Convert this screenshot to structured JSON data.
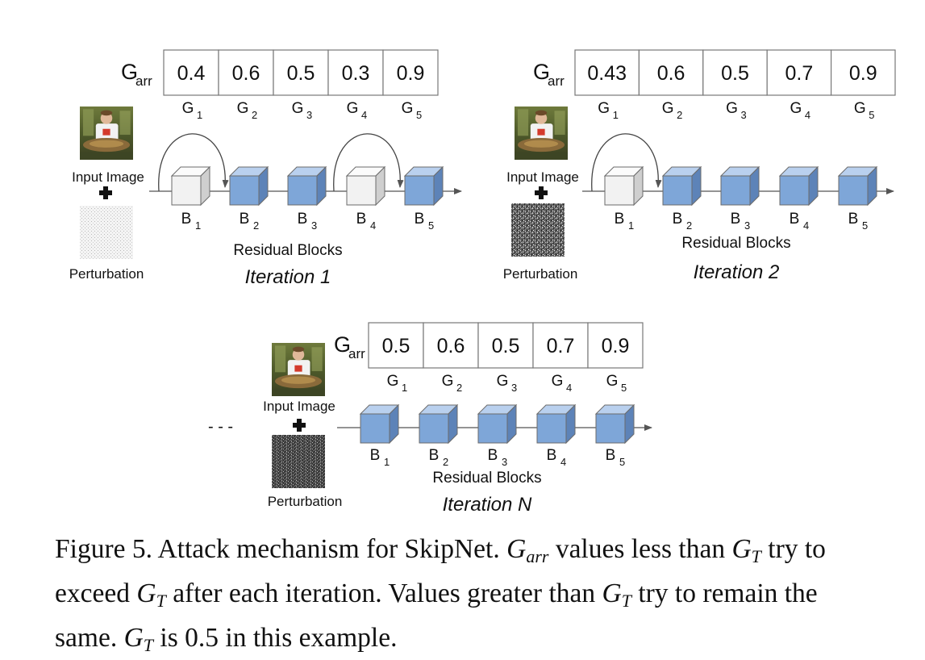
{
  "colors": {
    "active_block": "#7ea6d8",
    "skipped_block": "#f2f2f2",
    "line": "#555555"
  },
  "labels": {
    "garr_letter": "G",
    "garr_sub": "arr",
    "input_image": "Input Image",
    "perturbation": "Perturbation",
    "residual_blocks": "Residual Blocks",
    "ellipsis": "- - -"
  },
  "panels": [
    {
      "iteration": "Iteration 1",
      "gates": [
        "0.4",
        "0.6",
        "0.5",
        "0.3",
        "0.9"
      ],
      "gate_labels": [
        "G",
        "G",
        "G",
        "G",
        "G"
      ],
      "gate_subs": [
        "1",
        "2",
        "3",
        "4",
        "5"
      ],
      "block_labels": [
        "B",
        "B",
        "B",
        "B",
        "B"
      ],
      "block_subs": [
        "1",
        "2",
        "3",
        "4",
        "5"
      ],
      "skipped": [
        true,
        false,
        false,
        true,
        false
      ]
    },
    {
      "iteration": "Iteration 2",
      "gates": [
        "0.43",
        "0.6",
        "0.5",
        "0.7",
        "0.9"
      ],
      "gate_labels": [
        "G",
        "G",
        "G",
        "G",
        "G"
      ],
      "gate_subs": [
        "1",
        "2",
        "3",
        "4",
        "5"
      ],
      "block_labels": [
        "B",
        "B",
        "B",
        "B",
        "B"
      ],
      "block_subs": [
        "1",
        "2",
        "3",
        "4",
        "5"
      ],
      "skipped": [
        true,
        false,
        false,
        false,
        false
      ]
    },
    {
      "iteration": "Iteration N",
      "gates": [
        "0.5",
        "0.6",
        "0.5",
        "0.7",
        "0.9"
      ],
      "gate_labels": [
        "G",
        "G",
        "G",
        "G",
        "G"
      ],
      "gate_subs": [
        "1",
        "2",
        "3",
        "4",
        "5"
      ],
      "block_labels": [
        "B",
        "B",
        "B",
        "B",
        "B"
      ],
      "block_subs": [
        "1",
        "2",
        "3",
        "4",
        "5"
      ],
      "skipped": [
        false,
        false,
        false,
        false,
        false
      ]
    }
  ],
  "caption": {
    "prefix": "Figure 5. Attack mechanism for SkipNet.",
    "g": "G",
    "arr": "arr",
    "t": "T",
    "part1": "values less than",
    "part2": "try to exceed",
    "part3": "after each iteration. Values greater than",
    "part4": "try to remain the same.",
    "part5": "is 0.5 in this example."
  }
}
